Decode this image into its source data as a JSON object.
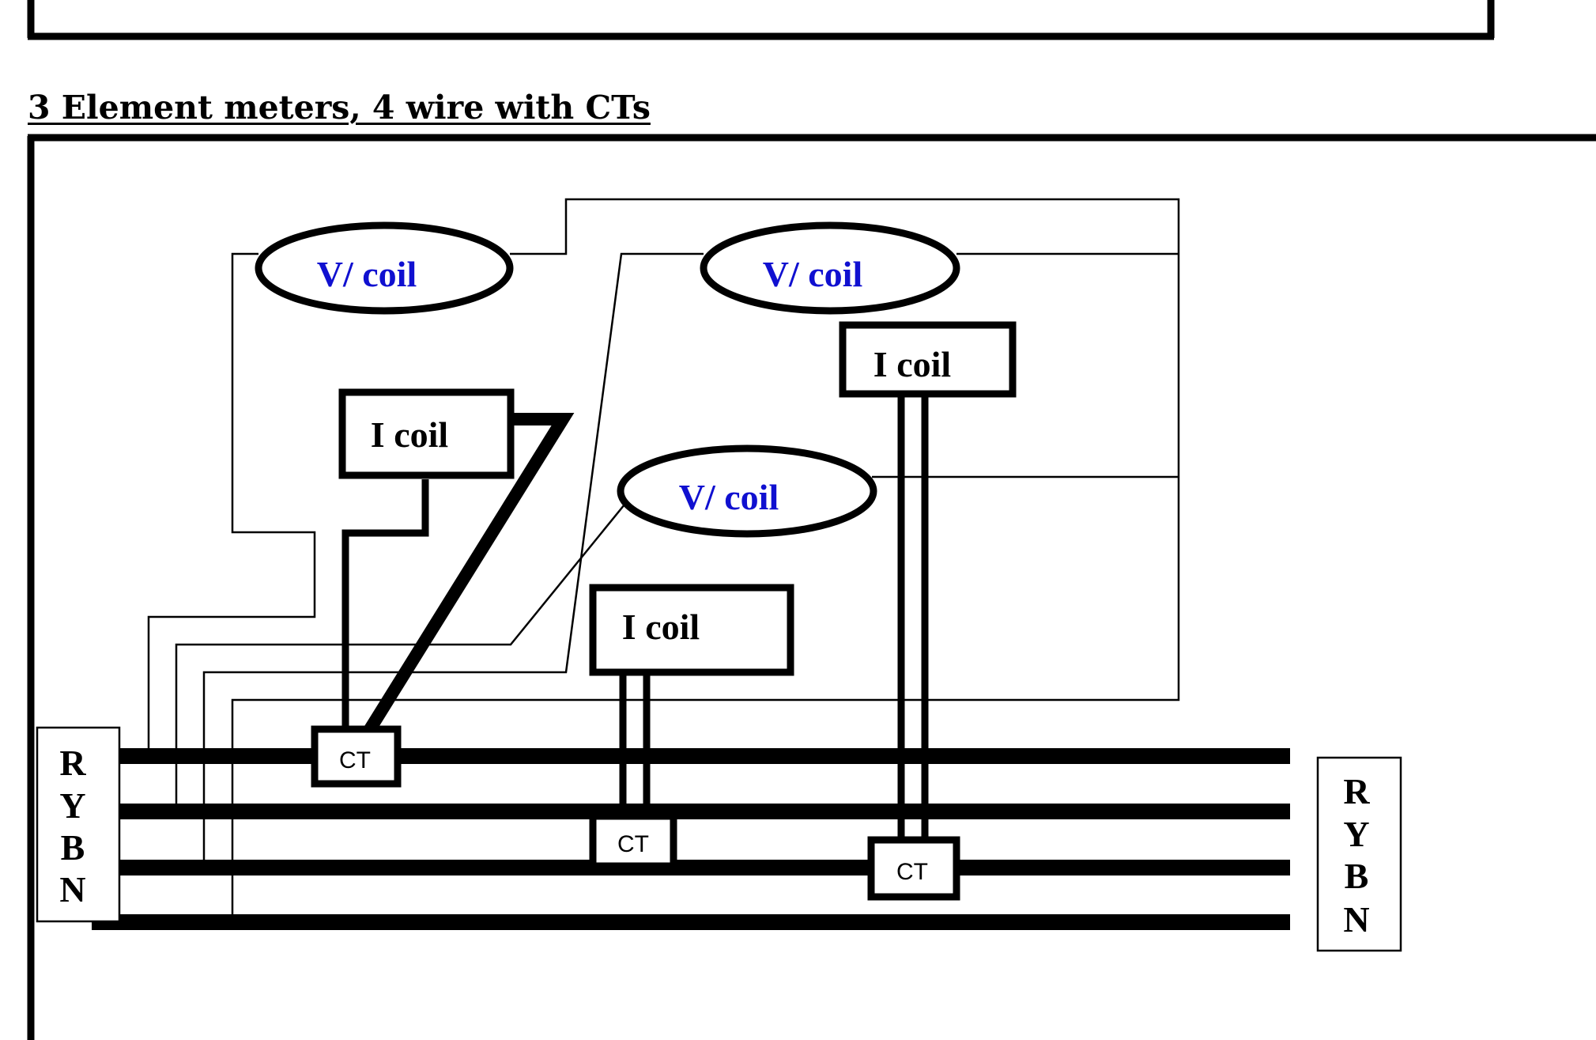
{
  "heading": "3 Element meters, 4 wire with CTs",
  "voltage_coils": [
    {
      "label": "V/ coil"
    },
    {
      "label": "V/ coil"
    },
    {
      "label": "V/ coil"
    }
  ],
  "current_coils": [
    {
      "label": "I coil"
    },
    {
      "label": "I coil"
    },
    {
      "label": "I coil"
    }
  ],
  "current_transformers": [
    {
      "label": "CT"
    },
    {
      "label": "CT"
    },
    {
      "label": "CT"
    }
  ],
  "supply_side_phases": [
    "R",
    "Y",
    "B",
    "N"
  ],
  "load_side_phases": [
    "R",
    "Y",
    "B",
    "N"
  ],
  "colors": {
    "wire": "#000000",
    "voltage_coil_text": "#1010d0",
    "current_coil_text": "#000000"
  }
}
